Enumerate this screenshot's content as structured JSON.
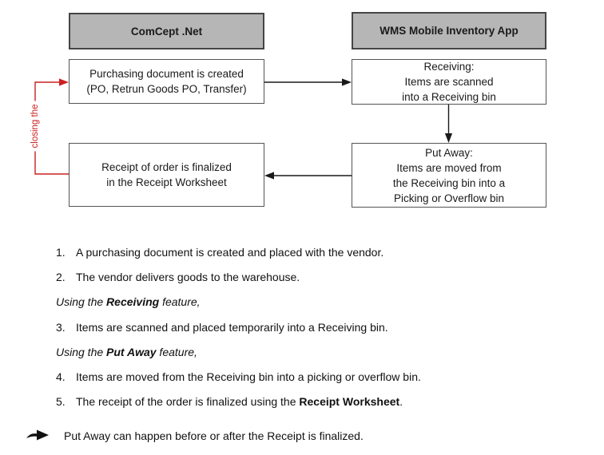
{
  "diagram": {
    "left_header": "ComCept .Net",
    "right_header": "WMS Mobile Inventory App",
    "purchasing_box": {
      "line1": "Purchasing document is created",
      "line2": "(PO, Retrun Goods PO, Transfer)"
    },
    "receiving_box": {
      "line1": "Receiving:",
      "line2": "Items are scanned",
      "line3": "into a Receiving bin"
    },
    "receipt_box": {
      "line1": "Receipt of order is finalized",
      "line2": "in the Receipt Worksheet"
    },
    "putaway_box": {
      "line1": "Put Away:",
      "line2": "Items are moved from",
      "line3": "the Receiving bin into a",
      "line4": "Picking or Overflow bin"
    },
    "feedback_label": "closing the",
    "colors": {
      "accent_red": "#cc2020",
      "header_fill": "#b6b6b6",
      "line_black": "#1a1a1a"
    },
    "icons": {
      "note_arrow": "heavy-right-arrow"
    }
  },
  "steps": [
    {
      "num": "1.",
      "text": "A purchasing document is created and placed with the vendor."
    },
    {
      "num": "2.",
      "text": "The vendor delivers goods to the warehouse."
    },
    {
      "num": "3.",
      "text": "Items are scanned and placed temporarily into a Receiving bin."
    },
    {
      "num": "4.",
      "text": "Items are moved from the Receiving bin into a picking or overflow bin."
    },
    {
      "num": "5.",
      "prefix": "The receipt of the order is finalized using the ",
      "bold": "Receipt Worksheet",
      "suffix": "."
    }
  ],
  "notes": {
    "using_receiving": {
      "prefix": "Using the ",
      "bold": "Receiving",
      "suffix": " feature,"
    },
    "using_putaway": {
      "prefix": "Using the ",
      "bold": "Put Away",
      "suffix": " feature,"
    },
    "bottom_note": "Put Away can happen before or after the Receipt is finalized."
  }
}
